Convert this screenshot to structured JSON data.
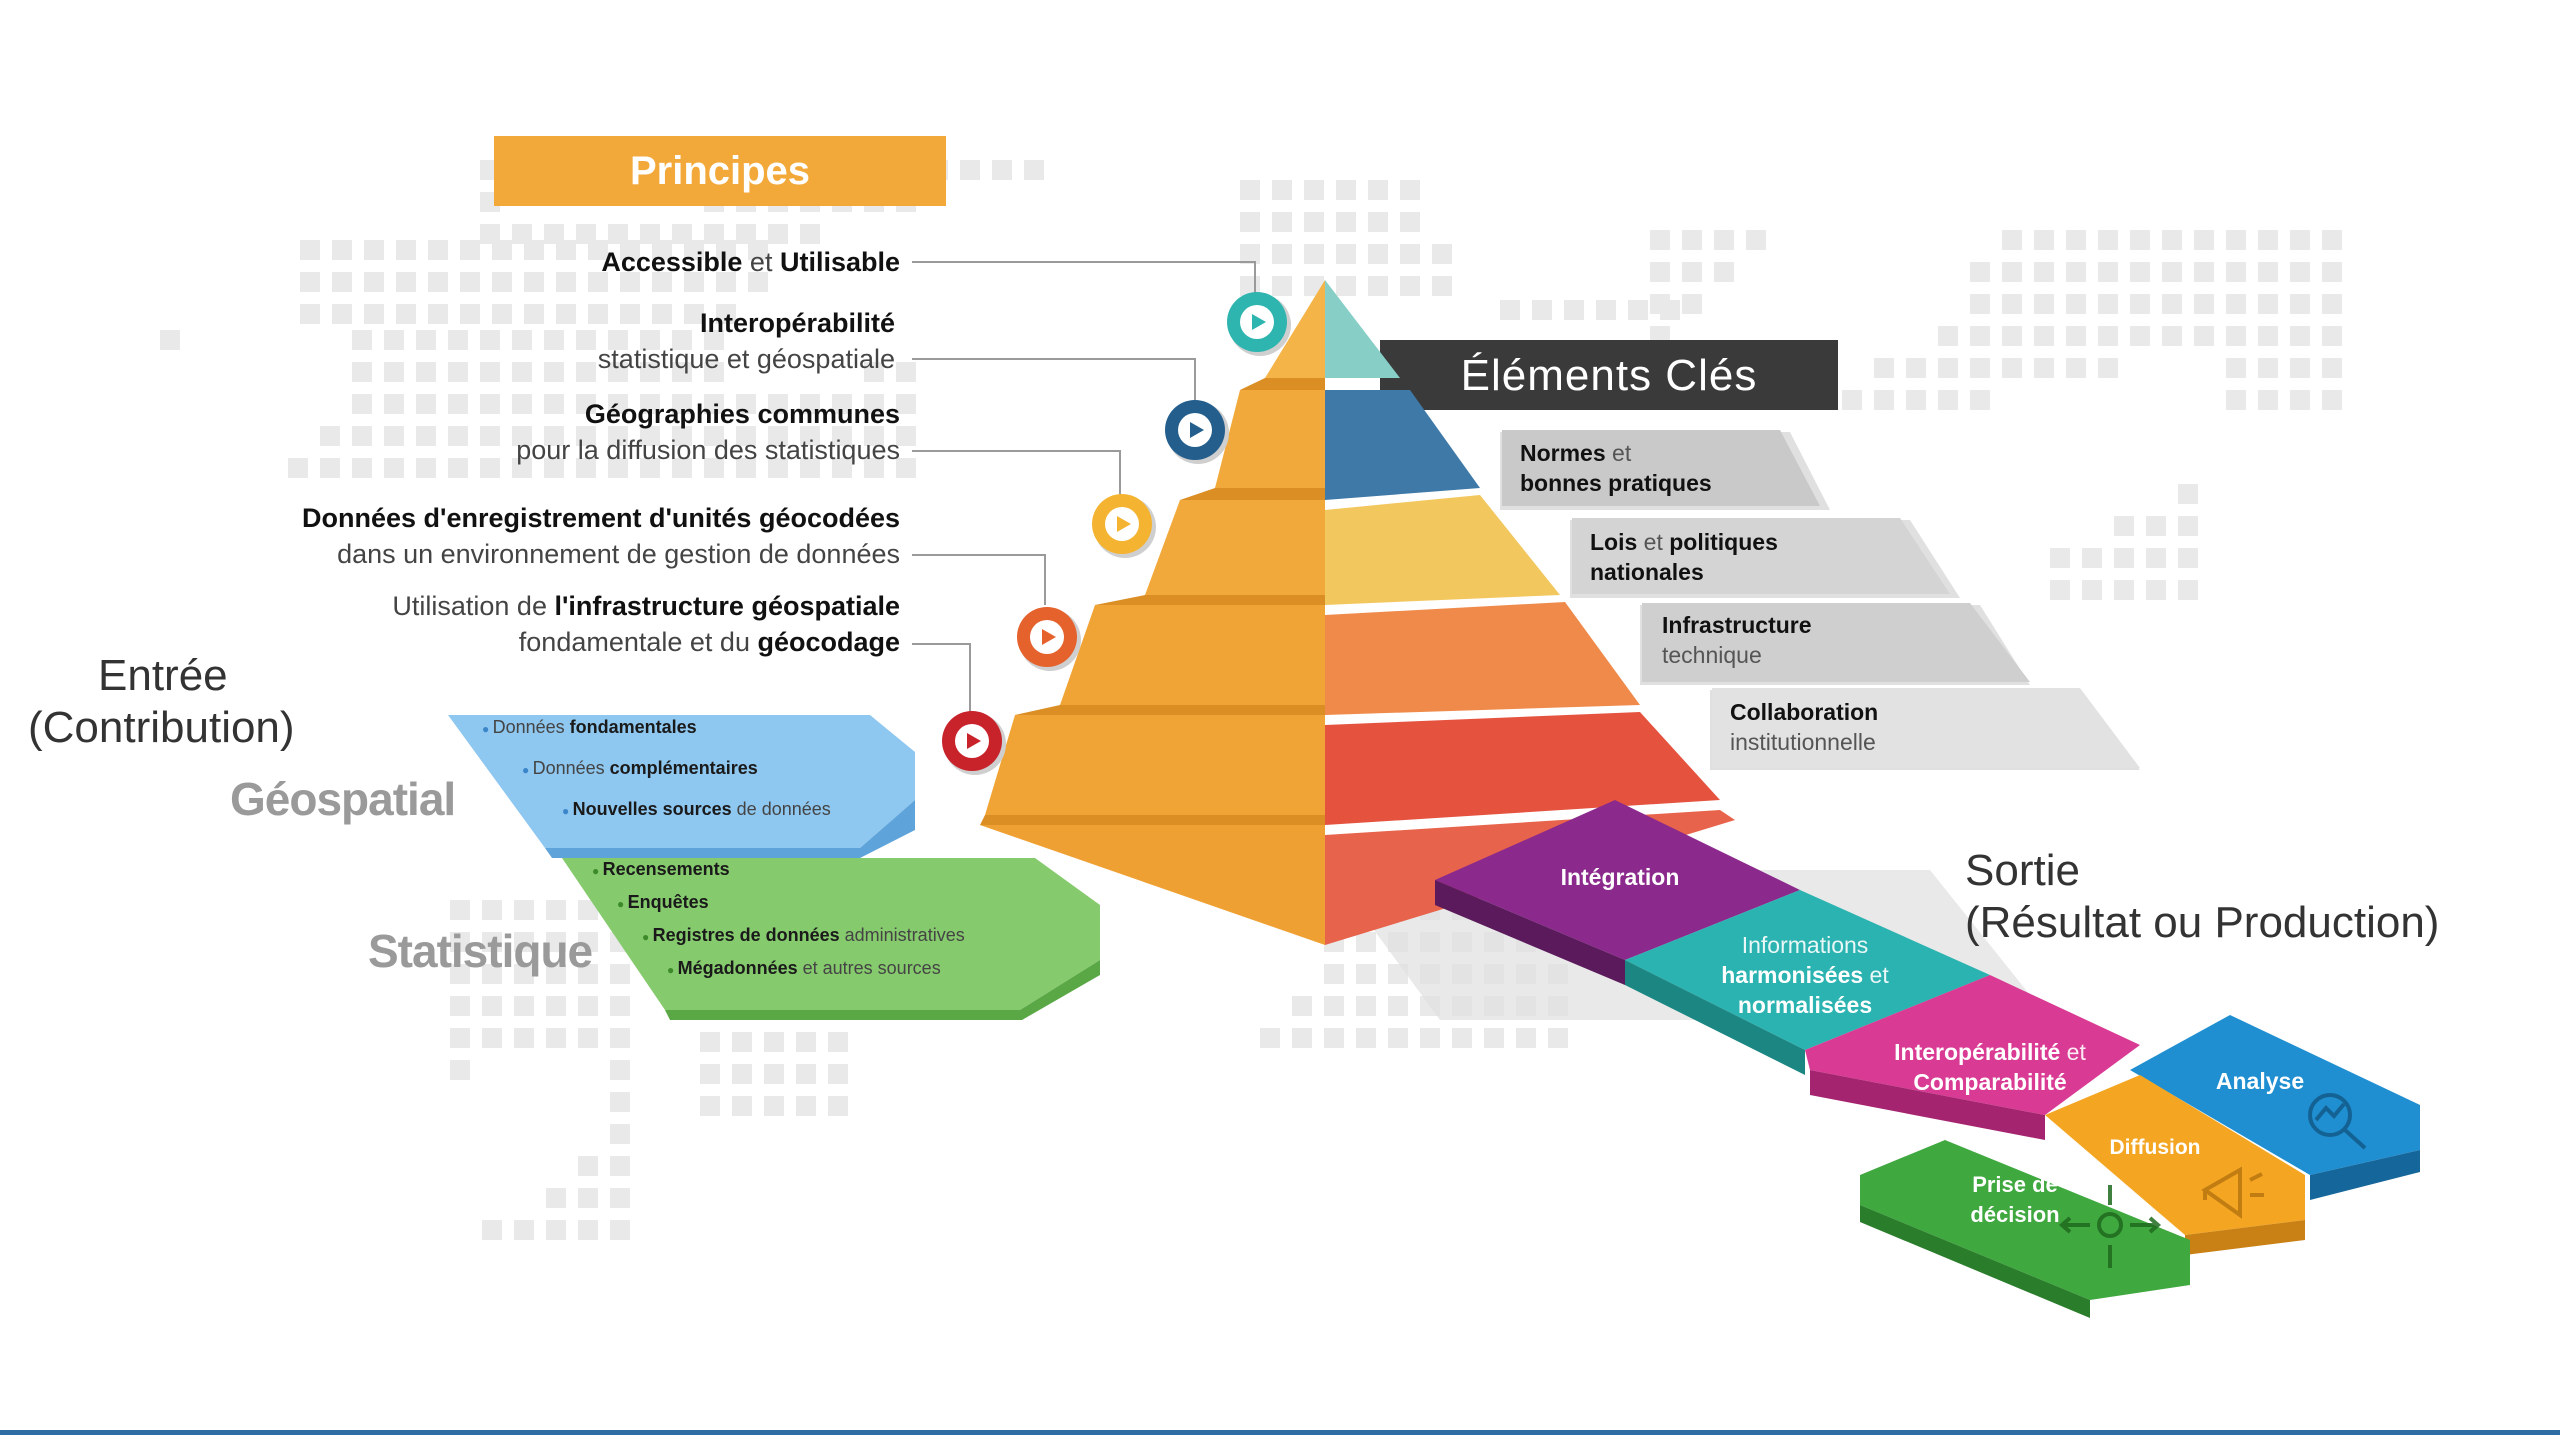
{
  "principles": {
    "header": "Principes",
    "items": [
      {
        "parts": [
          {
            "t": "Accessible",
            "b": true
          },
          {
            "t": " et ",
            "b": false
          },
          {
            "t": "Utilisable",
            "b": true
          }
        ],
        "line2": []
      },
      {
        "parts": [
          {
            "t": "Interopérabilité",
            "b": true
          }
        ],
        "line2": [
          {
            "t": "statistique et géospatiale",
            "b": false
          }
        ]
      },
      {
        "parts": [
          {
            "t": "Géographies communes",
            "b": true
          }
        ],
        "line2": [
          {
            "t": "pour la diffusion des statistiques",
            "b": false
          }
        ]
      },
      {
        "parts": [
          {
            "t": "Données d'enregistrement d'unités géocodées",
            "b": true
          }
        ],
        "line2": [
          {
            "t": "dans un environnement de gestion de données",
            "b": false
          }
        ]
      },
      {
        "parts": [
          {
            "t": "Utilisation de ",
            "b": false
          },
          {
            "t": "l'infrastructure géospatiale",
            "b": true
          }
        ],
        "line2": [
          {
            "t": "fondamentale et du ",
            "b": false
          },
          {
            "t": "géocodage",
            "b": true
          }
        ]
      }
    ]
  },
  "key_elements": {
    "header": "Éléments Clés",
    "items": [
      {
        "l1": [
          {
            "t": "Normes",
            "b": true
          },
          {
            "t": " et",
            "b": false
          }
        ],
        "l2": [
          {
            "t": "bonnes pratiques",
            "b": true
          }
        ]
      },
      {
        "l1": [
          {
            "t": "Lois",
            "b": true
          },
          {
            "t": " et ",
            "b": false
          },
          {
            "t": "politiques",
            "b": true
          }
        ],
        "l2": [
          {
            "t": "nationales",
            "b": true
          }
        ]
      },
      {
        "l1": [
          {
            "t": "Infrastructure",
            "b": true
          }
        ],
        "l2": [
          {
            "t": "technique",
            "b": false
          }
        ]
      },
      {
        "l1": [
          {
            "t": "Collaboration",
            "b": true
          }
        ],
        "l2": [
          {
            "t": "institutionnelle",
            "b": false
          }
        ]
      }
    ]
  },
  "input": {
    "title_line1": "Entrée",
    "title_line2": "(Contribution)",
    "geospatial": {
      "label": "Géospatial",
      "items": [
        [
          {
            "t": "Données ",
            "b": false
          },
          {
            "t": "fondamentales",
            "b": true
          }
        ],
        [
          {
            "t": "Données ",
            "b": false
          },
          {
            "t": "complémentaires",
            "b": true
          }
        ],
        [
          {
            "t": "Nouvelles sources",
            "b": true
          },
          {
            "t": " de données",
            "b": false
          }
        ]
      ]
    },
    "statistical": {
      "label": "Statistique",
      "items": [
        [
          {
            "t": "Recensements",
            "b": true
          }
        ],
        [
          {
            "t": "Enquêtes",
            "b": true
          }
        ],
        [
          {
            "t": "Registres de données",
            "b": true
          },
          {
            "t": " administratives",
            "b": false
          }
        ],
        [
          {
            "t": "Mégadonnées",
            "b": true
          },
          {
            "t": " et autres sources",
            "b": false
          }
        ]
      ]
    }
  },
  "output": {
    "title_line1": "Sortie",
    "title_line2": "(Résultat ou Production)",
    "tiles": {
      "integration": [
        [
          {
            "t": "Intégration",
            "b": true
          }
        ]
      ],
      "harmonized": [
        [
          {
            "t": "Informations",
            "b": false
          }
        ],
        [
          {
            "t": "harmonisées",
            "b": true
          },
          {
            "t": " et",
            "b": false
          }
        ],
        [
          {
            "t": "normalisées",
            "b": true
          }
        ]
      ],
      "interop": [
        [
          {
            "t": "Interopérabilité",
            "b": true
          },
          {
            "t": " et",
            "b": false
          }
        ],
        [
          {
            "t": "Comparabilité",
            "b": true
          }
        ]
      ],
      "analyse": [
        [
          {
            "t": "Analyse",
            "b": true
          }
        ]
      ],
      "diffusion": [
        [
          {
            "t": "Diffusion",
            "b": true
          }
        ]
      ],
      "decision": [
        [
          {
            "t": "Prise de",
            "b": true
          }
        ],
        [
          {
            "t": "décision",
            "b": true
          }
        ]
      ]
    }
  },
  "colors": {
    "principes_header": "#F3A93A",
    "key_header": "#3A3A3A",
    "input_geospatial": "#8EC7F0",
    "input_statistical": "#86CA6E",
    "integration": "#8B2A8C",
    "harmonized": "#2AB3B0",
    "interop": "#D93A93",
    "analyse": "#1F8FD1",
    "diffusion": "#F4A623",
    "decision": "#3FA83F",
    "pyramid_layers_left": [
      "#F2A93B",
      "#F2A93B",
      "#F2A93B",
      "#F2A93B",
      "#F2A93B"
    ],
    "pyramid_layers_right": [
      "#86CEC6",
      "#3E79A8",
      "#F2C75E",
      "#EF8A4A",
      "#E5533F"
    ],
    "markers": [
      "#2EB5B0",
      "#235E8C",
      "#F4B431",
      "#E5622D",
      "#C8232B"
    ],
    "bottom_rule": "#2E6DA4"
  },
  "icons": [
    "play-icon",
    "magnifier-chart-icon",
    "megaphone-icon",
    "decision-arrows-icon",
    "world-map-dots"
  ]
}
